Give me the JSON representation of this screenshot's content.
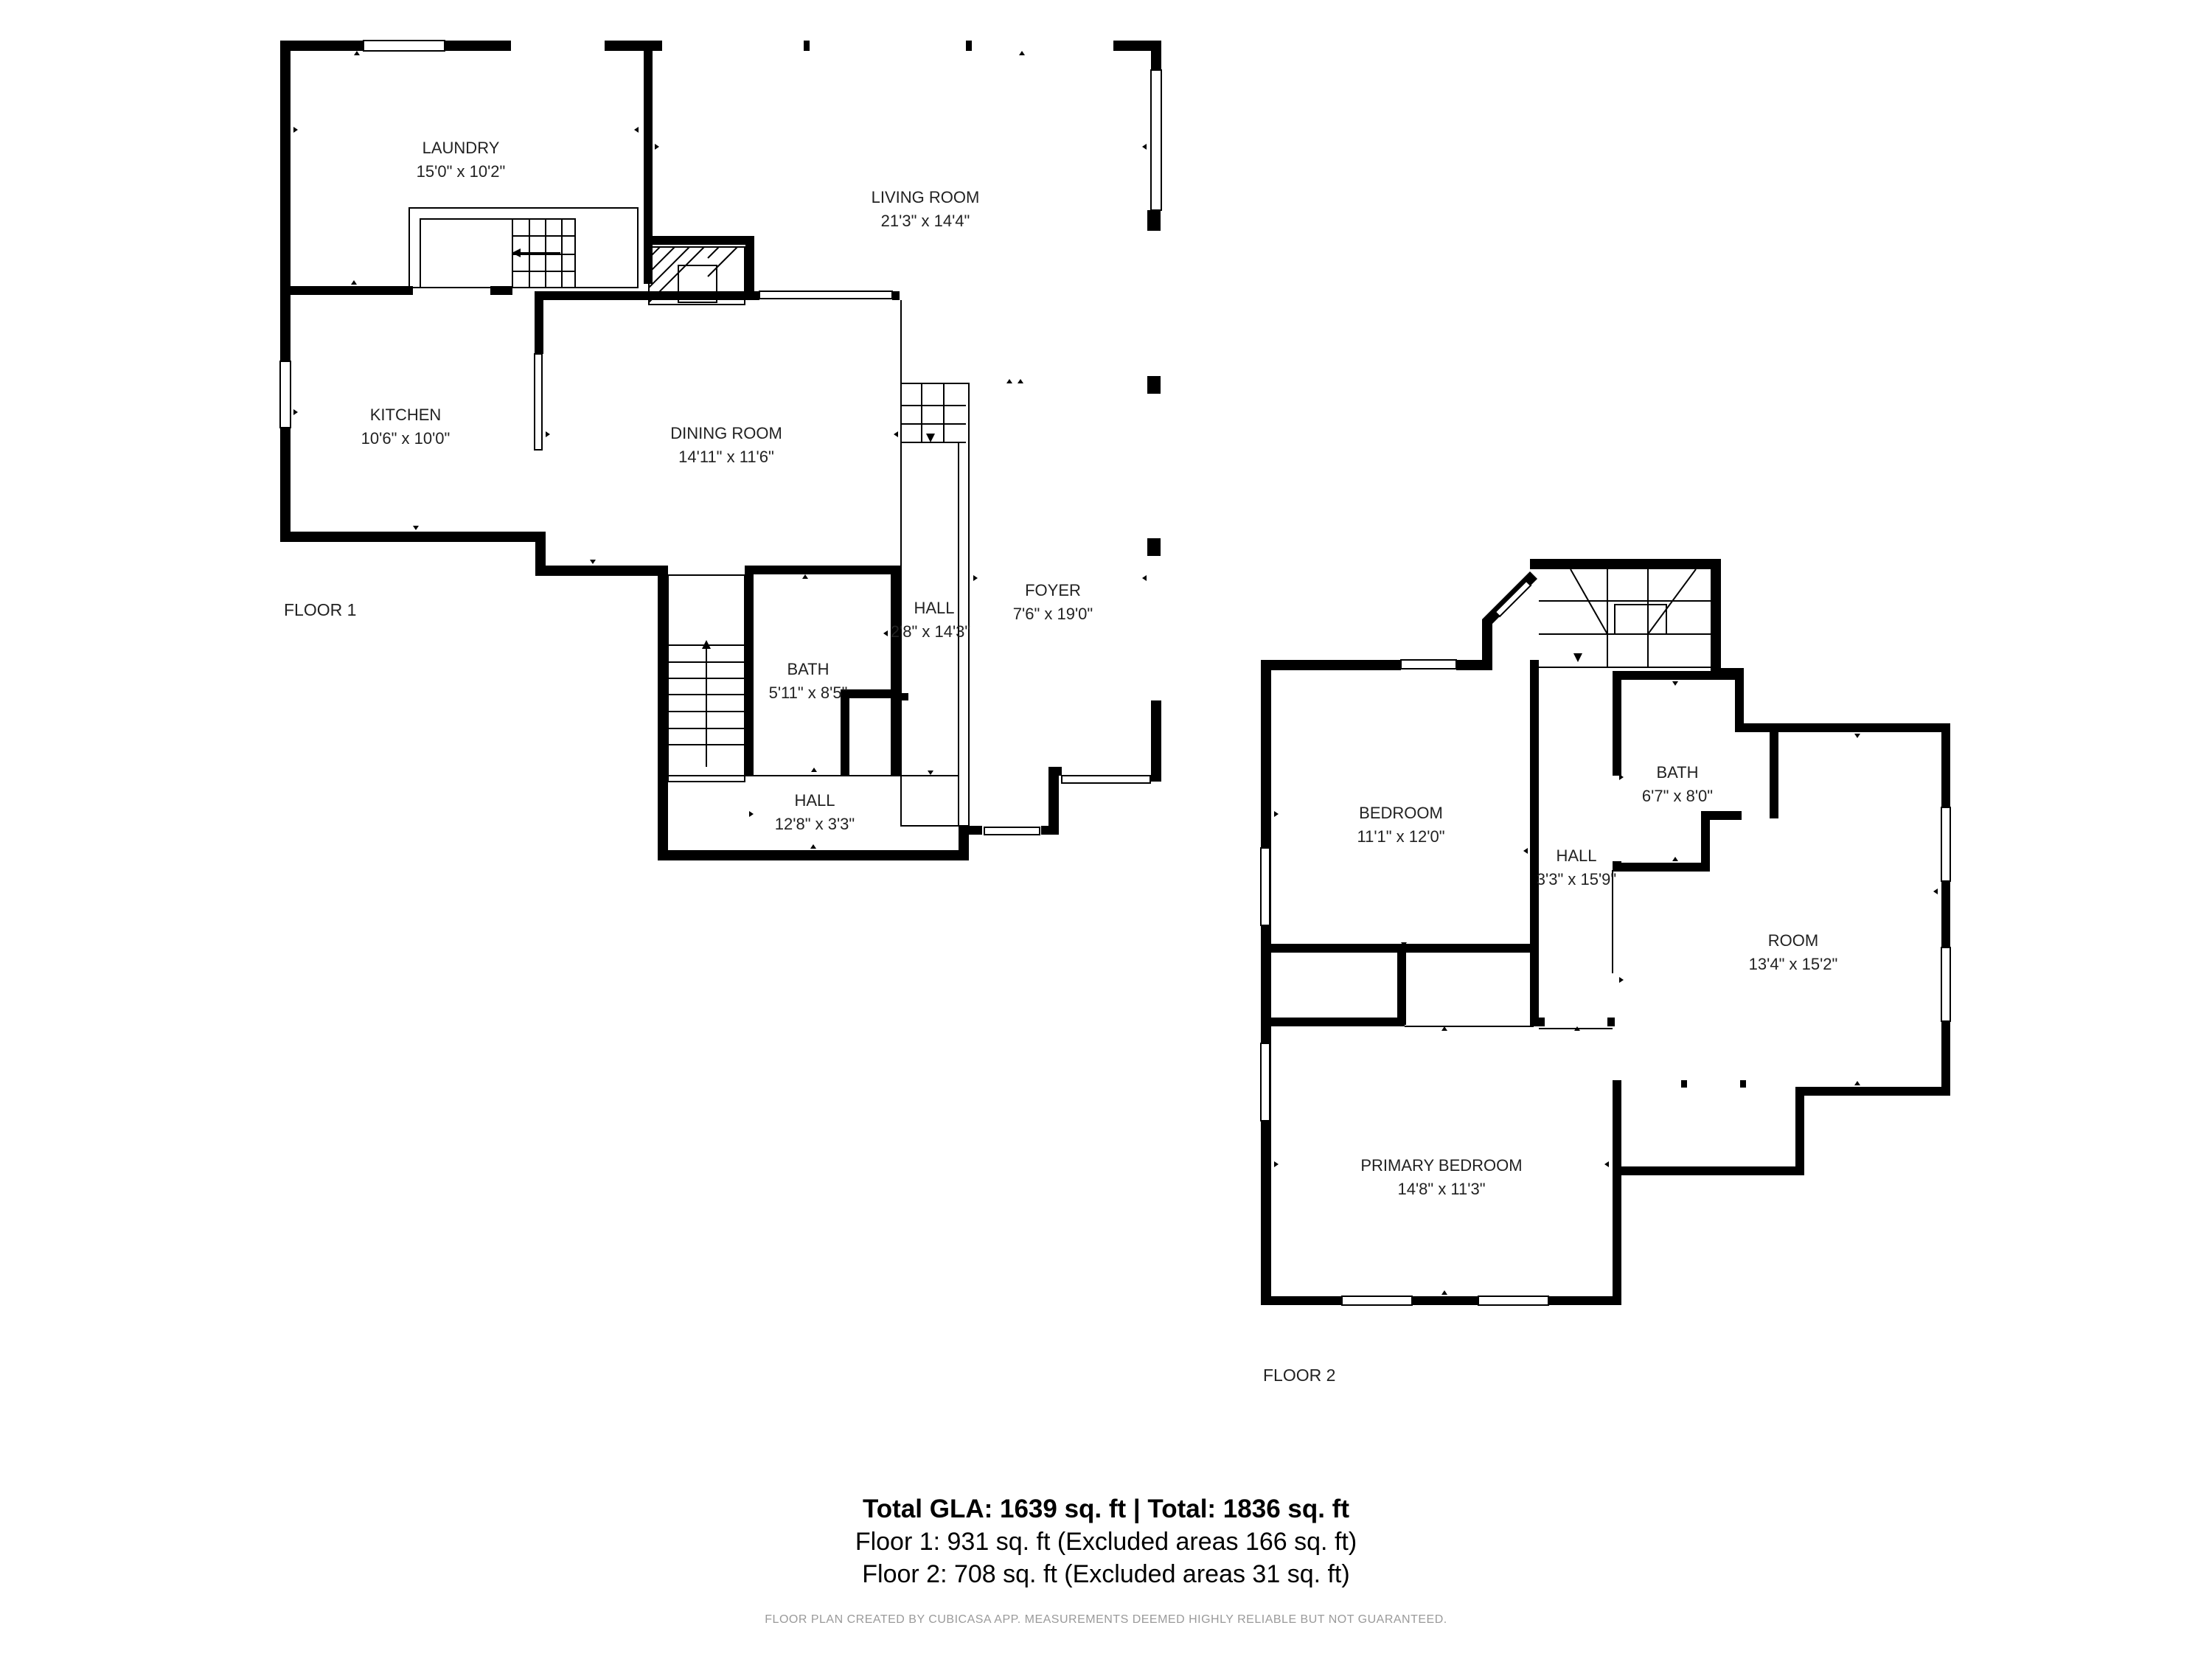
{
  "floors": [
    {
      "label": "FLOOR 1",
      "rooms": [
        {
          "name": "LAUNDRY",
          "dims": "15'0\" x 10'2\""
        },
        {
          "name": "LIVING ROOM",
          "dims": "21'3\" x 14'4\""
        },
        {
          "name": "KITCHEN",
          "dims": "10'6\" x 10'0\""
        },
        {
          "name": "DINING ROOM",
          "dims": "14'11\" x 11'6\""
        },
        {
          "name": "HALL",
          "dims": "2'8\" x 14'3\""
        },
        {
          "name": "FOYER",
          "dims": "7'6\" x 19'0\""
        },
        {
          "name": "BATH",
          "dims": "5'11\" x 8'5\""
        },
        {
          "name": "HALL",
          "dims": "12'8\" x 3'3\""
        }
      ]
    },
    {
      "label": "FLOOR 2",
      "rooms": [
        {
          "name": "BEDROOM",
          "dims": "11'1\" x 12'0\""
        },
        {
          "name": "HALL",
          "dims": "3'3\" x 15'9\""
        },
        {
          "name": "BATH",
          "dims": "6'7\" x 8'0\""
        },
        {
          "name": "ROOM",
          "dims": "13'4\" x 15'2\""
        },
        {
          "name": "PRIMARY BEDROOM",
          "dims": "14'8\" x 11'3\""
        }
      ]
    }
  ],
  "summary": {
    "total": "Total GLA: 1639 sq. ft | Total: 1836 sq. ft",
    "floor1": "Floor 1: 931 sq. ft (Excluded areas 166 sq. ft)",
    "floor2": "Floor 2: 708 sq. ft (Excluded areas 31 sq. ft)"
  },
  "footer": "FLOOR PLAN CREATED BY CUBICASA APP. MEASUREMENTS DEEMED HIGHLY RELIABLE BUT NOT GUARANTEED."
}
